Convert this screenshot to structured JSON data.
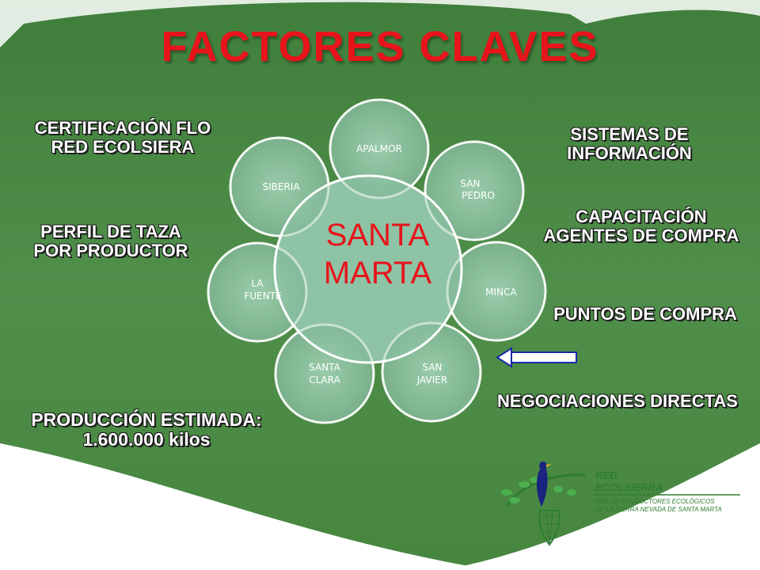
{
  "title": "FACTORES CLAVES",
  "diagram": {
    "center": {
      "line1": "SANTA",
      "line2": "MARTA"
    },
    "nodes": [
      {
        "line1": "APALMOR",
        "line2": ""
      },
      {
        "line1": "SAN",
        "line2": "PEDRO"
      },
      {
        "line1": "MINCA",
        "line2": ""
      },
      {
        "line1": "SAN",
        "line2": "JAVIER"
      },
      {
        "line1": "SANTA",
        "line2": "CLARA"
      },
      {
        "line1": "LA",
        "line2": "FUENTE"
      },
      {
        "line1": "SIBERIA",
        "line2": ""
      }
    ]
  },
  "left_labels": {
    "certificacion": {
      "line1": "CERTIFICACIÓN FLO",
      "line2": "RED ECOLSIERA"
    },
    "perfil": {
      "line1": "PERFIL DE TAZA",
      "line2": "POR PRODUCTOR"
    },
    "produccion": {
      "line1": "PRODUCCIÓN ESTIMADA:",
      "line2": "1.600.000 kilos"
    }
  },
  "right_labels": {
    "sistemas": {
      "line1": "SISTEMAS DE",
      "line2": "INFORMACIÓN"
    },
    "capacitacion": {
      "line1": "CAPACITACIÓN",
      "line2": "AGENTES DE COMPRA"
    },
    "puntos": "PUNTOS DE COMPRA",
    "negociaciones": "NEGOCIACIONES DIRECTAS"
  },
  "logo": {
    "name_line1": "RED",
    "name_line2": "ECOLSIERRA",
    "tagline1": "RED DE PRODUCTORES ECOLÓGICOS",
    "tagline2": "DE LA SIERRA NEVADA DE SANTA MARTA"
  },
  "colors": {
    "background": "#4a8a45",
    "title": "#e8141b",
    "node_fill": "#84b997",
    "center_fill": "#8ec4a6",
    "center_text": "#e8141b",
    "arrow": "#1a2aa6"
  }
}
